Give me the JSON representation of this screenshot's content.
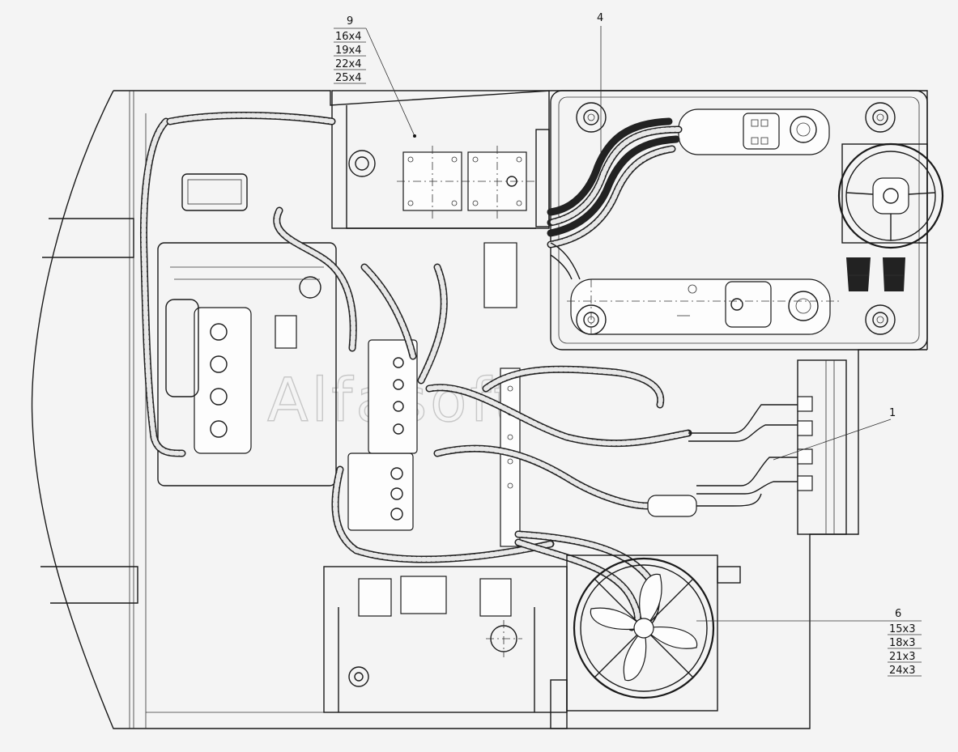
{
  "callouts": {
    "c9": {
      "label": "9",
      "sizes": [
        "16x4",
        "19x4",
        "22x4",
        "25x4"
      ]
    },
    "c4": {
      "label": "4"
    },
    "c1": {
      "label": "1"
    },
    "c6": {
      "label": "6",
      "sizes": [
        "15x3",
        "18x3",
        "21x3",
        "24x3"
      ]
    }
  },
  "watermark": {
    "text": "Alfasoft"
  },
  "colors": {
    "line": "#1a1a1a",
    "paper": "#f4f4f4"
  }
}
